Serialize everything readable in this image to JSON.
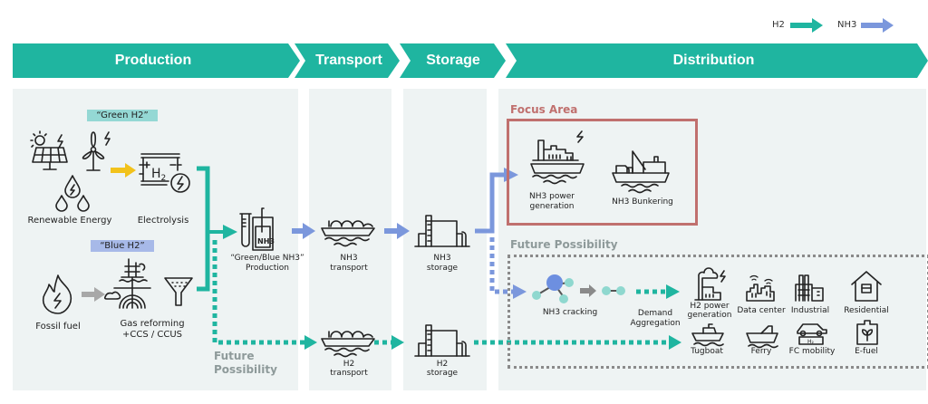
{
  "legend": {
    "h2": {
      "label": "H2",
      "color": "#1fb5a0"
    },
    "nh3": {
      "label": "NH3",
      "color": "#7b97dc"
    }
  },
  "stages": [
    {
      "label": "Production"
    },
    {
      "label": "Transport"
    },
    {
      "label": "Storage"
    },
    {
      "label": "Distribution"
    }
  ],
  "colors": {
    "stage_banner": "#1fb5a0",
    "panel_bg": "#eef3f3",
    "focus_border": "#c0706e",
    "future_text": "#8e9a9a",
    "green_tag_bg": "#94d8d4",
    "blue_tag_bg": "#a7b9e8",
    "renewable_arrow": "#f2c21b",
    "fossil_arrow": "#a8a8a8"
  },
  "production": {
    "green_tag": "“Green H2”",
    "blue_tag": "“Blue H2”",
    "renewable_label": "Renewable Energy",
    "electrolysis_label": "Electrolysis",
    "fossil_label": "Fossil fuel",
    "gas_reforming_label_1": "Gas reforming",
    "gas_reforming_label_2": "+CCS / CCUS",
    "nh3_production_label_1": "“Green/Blue NH3”",
    "nh3_production_label_2": "Production",
    "nh3_badge": "NH3",
    "h2_badge": "H2",
    "future_1": "Future",
    "future_2": "Possibility"
  },
  "transport": {
    "nh3_label_1": "NH3",
    "nh3_label_2": "transport",
    "h2_label_1": "H2",
    "h2_label_2": "transport"
  },
  "storage": {
    "nh3_label_1": "NH3",
    "nh3_label_2": "storage",
    "h2_label_1": "H2",
    "h2_label_2": "storage"
  },
  "distribution": {
    "focus_title": "Focus Area",
    "focus_items": [
      {
        "label_1": "NH3 power",
        "label_2": "generation"
      },
      {
        "label_1": "NH3 Bunkering",
        "label_2": ""
      }
    ],
    "future_title": "Future Possibility",
    "nh3_cracking": "NH3 cracking",
    "demand_1": "Demand",
    "demand_2": "Aggregation",
    "uses_row1": [
      {
        "label_1": "H2 power",
        "label_2": "generation"
      },
      {
        "label_1": "Data center",
        "label_2": ""
      },
      {
        "label_1": "Industrial",
        "label_2": ""
      },
      {
        "label_1": "Residential",
        "label_2": ""
      }
    ],
    "uses_row2": [
      {
        "label": "Tugboat"
      },
      {
        "label": "Ferry"
      },
      {
        "label": "FC mobility"
      },
      {
        "label": "E-fuel"
      }
    ]
  }
}
